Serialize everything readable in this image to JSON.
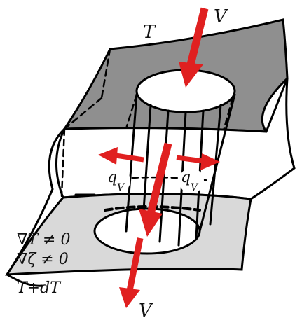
{
  "labels": {
    "top_temperature": "T",
    "bottom_temperature": "T+dT",
    "velocity_in": "V",
    "velocity_out": "V",
    "flux_left": "q",
    "flux_left_sub": "V",
    "flux_right": "q",
    "flux_right_sub": "V",
    "gradient_T": "∇T ≠ 0",
    "gradient_zeta": "∇ζ ≠ 0"
  },
  "colors": {
    "top_layer": "#8f8f8f",
    "bottom_layer": "#d9d9d9",
    "arrow": "#e02020",
    "outline": "#000000",
    "background": "#ffffff"
  }
}
